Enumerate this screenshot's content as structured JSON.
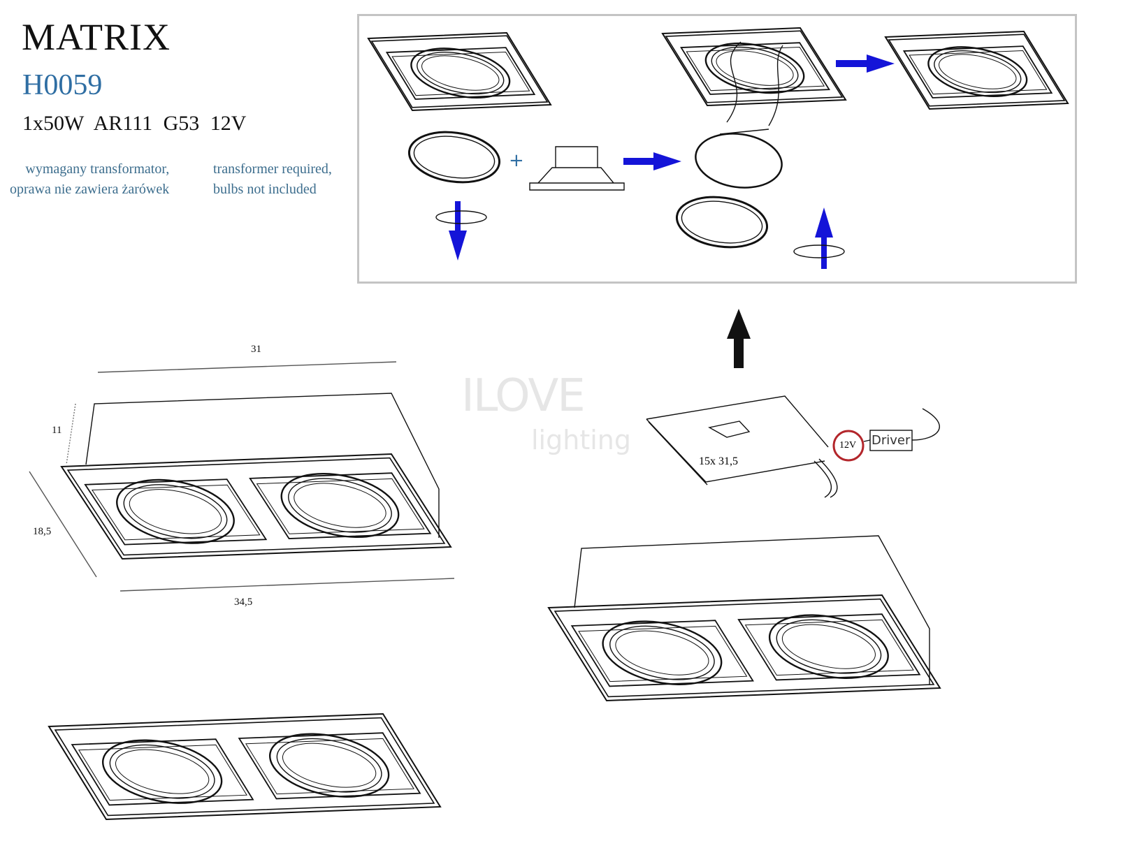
{
  "product": {
    "name": "MATRIX",
    "code": "H0059",
    "specs": "1x50W  AR111  G53  12V",
    "note_pl_line1": "wymagany transformator,",
    "note_pl_line2": "oprawa nie zawiera żarówek",
    "note_en_line1": "transformer required,",
    "note_en_line2": "bulbs not included"
  },
  "dimensions": {
    "width_top": "31",
    "height": "11",
    "depth": "18,5",
    "width_bottom": "34,5",
    "cutout": "15x 31,5"
  },
  "wiring": {
    "voltage": "12V",
    "driver": "Driver"
  },
  "instructions": {
    "plus": "+"
  },
  "watermark": {
    "text1": "ILOVE",
    "text2": "lighting"
  },
  "colors": {
    "accent_blue": "#2f6ea3",
    "arrow_blue": "#1414d8",
    "voltage_red": "#b3262b"
  }
}
